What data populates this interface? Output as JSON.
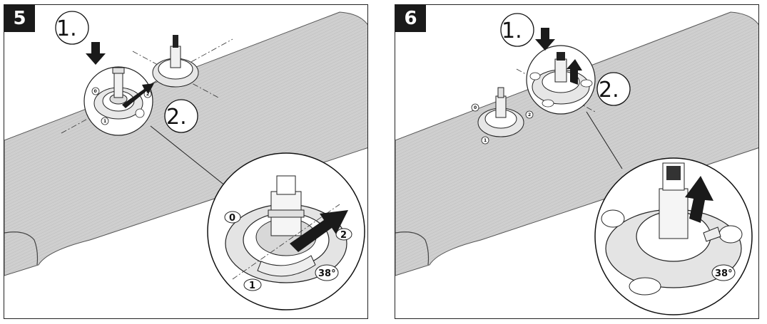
{
  "panels": [
    {
      "step": "5",
      "callout_1": "1.",
      "callout_2": "2.",
      "dial_labels": [
        "0",
        "1",
        "2"
      ],
      "angle_label": "38°"
    },
    {
      "step": "6",
      "callout_1": "1.",
      "callout_2": "2.",
      "dial_labels": [
        "0",
        "1",
        "2"
      ],
      "angle_label": "38°"
    }
  ],
  "colors": {
    "surface": "#c8c8c8",
    "ink": "#111111",
    "arrow": "#1a1a1a",
    "badge": "#1a1a1a"
  },
  "icons": [
    "push-down-arrow",
    "rotate-arrow",
    "lift-up-arrow"
  ]
}
